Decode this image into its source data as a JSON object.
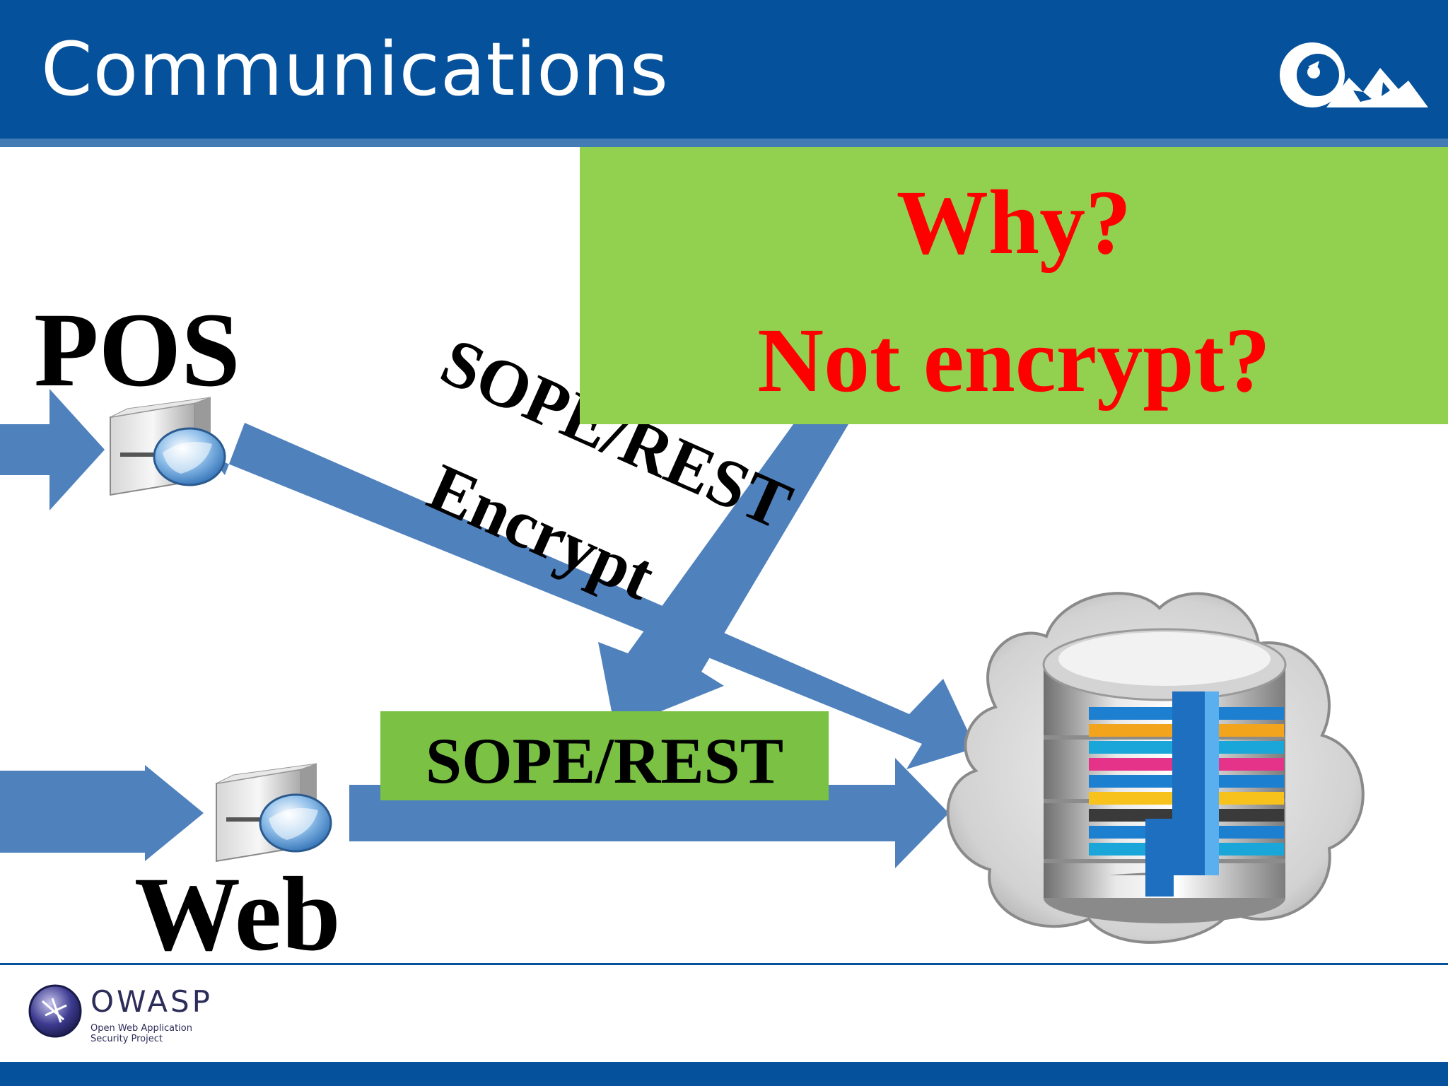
{
  "slide": {
    "title": "Communications",
    "colors": {
      "header": "#05519b",
      "arrow": "#4f81bd",
      "callout": "#92d050",
      "callout_text": "#ff0000",
      "label_box": "#7ac144"
    }
  },
  "nodes": {
    "pos": {
      "label": "POS",
      "icon": "server-globe-icon"
    },
    "web": {
      "label": "Web",
      "icon": "server-globe-icon"
    },
    "database": {
      "icon": "cloud-database-icon"
    }
  },
  "links": {
    "pos_to_db": {
      "label": "SOPE/REST",
      "sublabel": "Encrypt"
    },
    "web_to_db": {
      "label": "SOPE/REST"
    }
  },
  "callout": {
    "line1": "Why?",
    "line2": "Not encrypt?"
  },
  "footer": {
    "logo_name": "OWASP",
    "logo_subtitle_1": "Open Web Application",
    "logo_subtitle_2": "Security Project"
  }
}
